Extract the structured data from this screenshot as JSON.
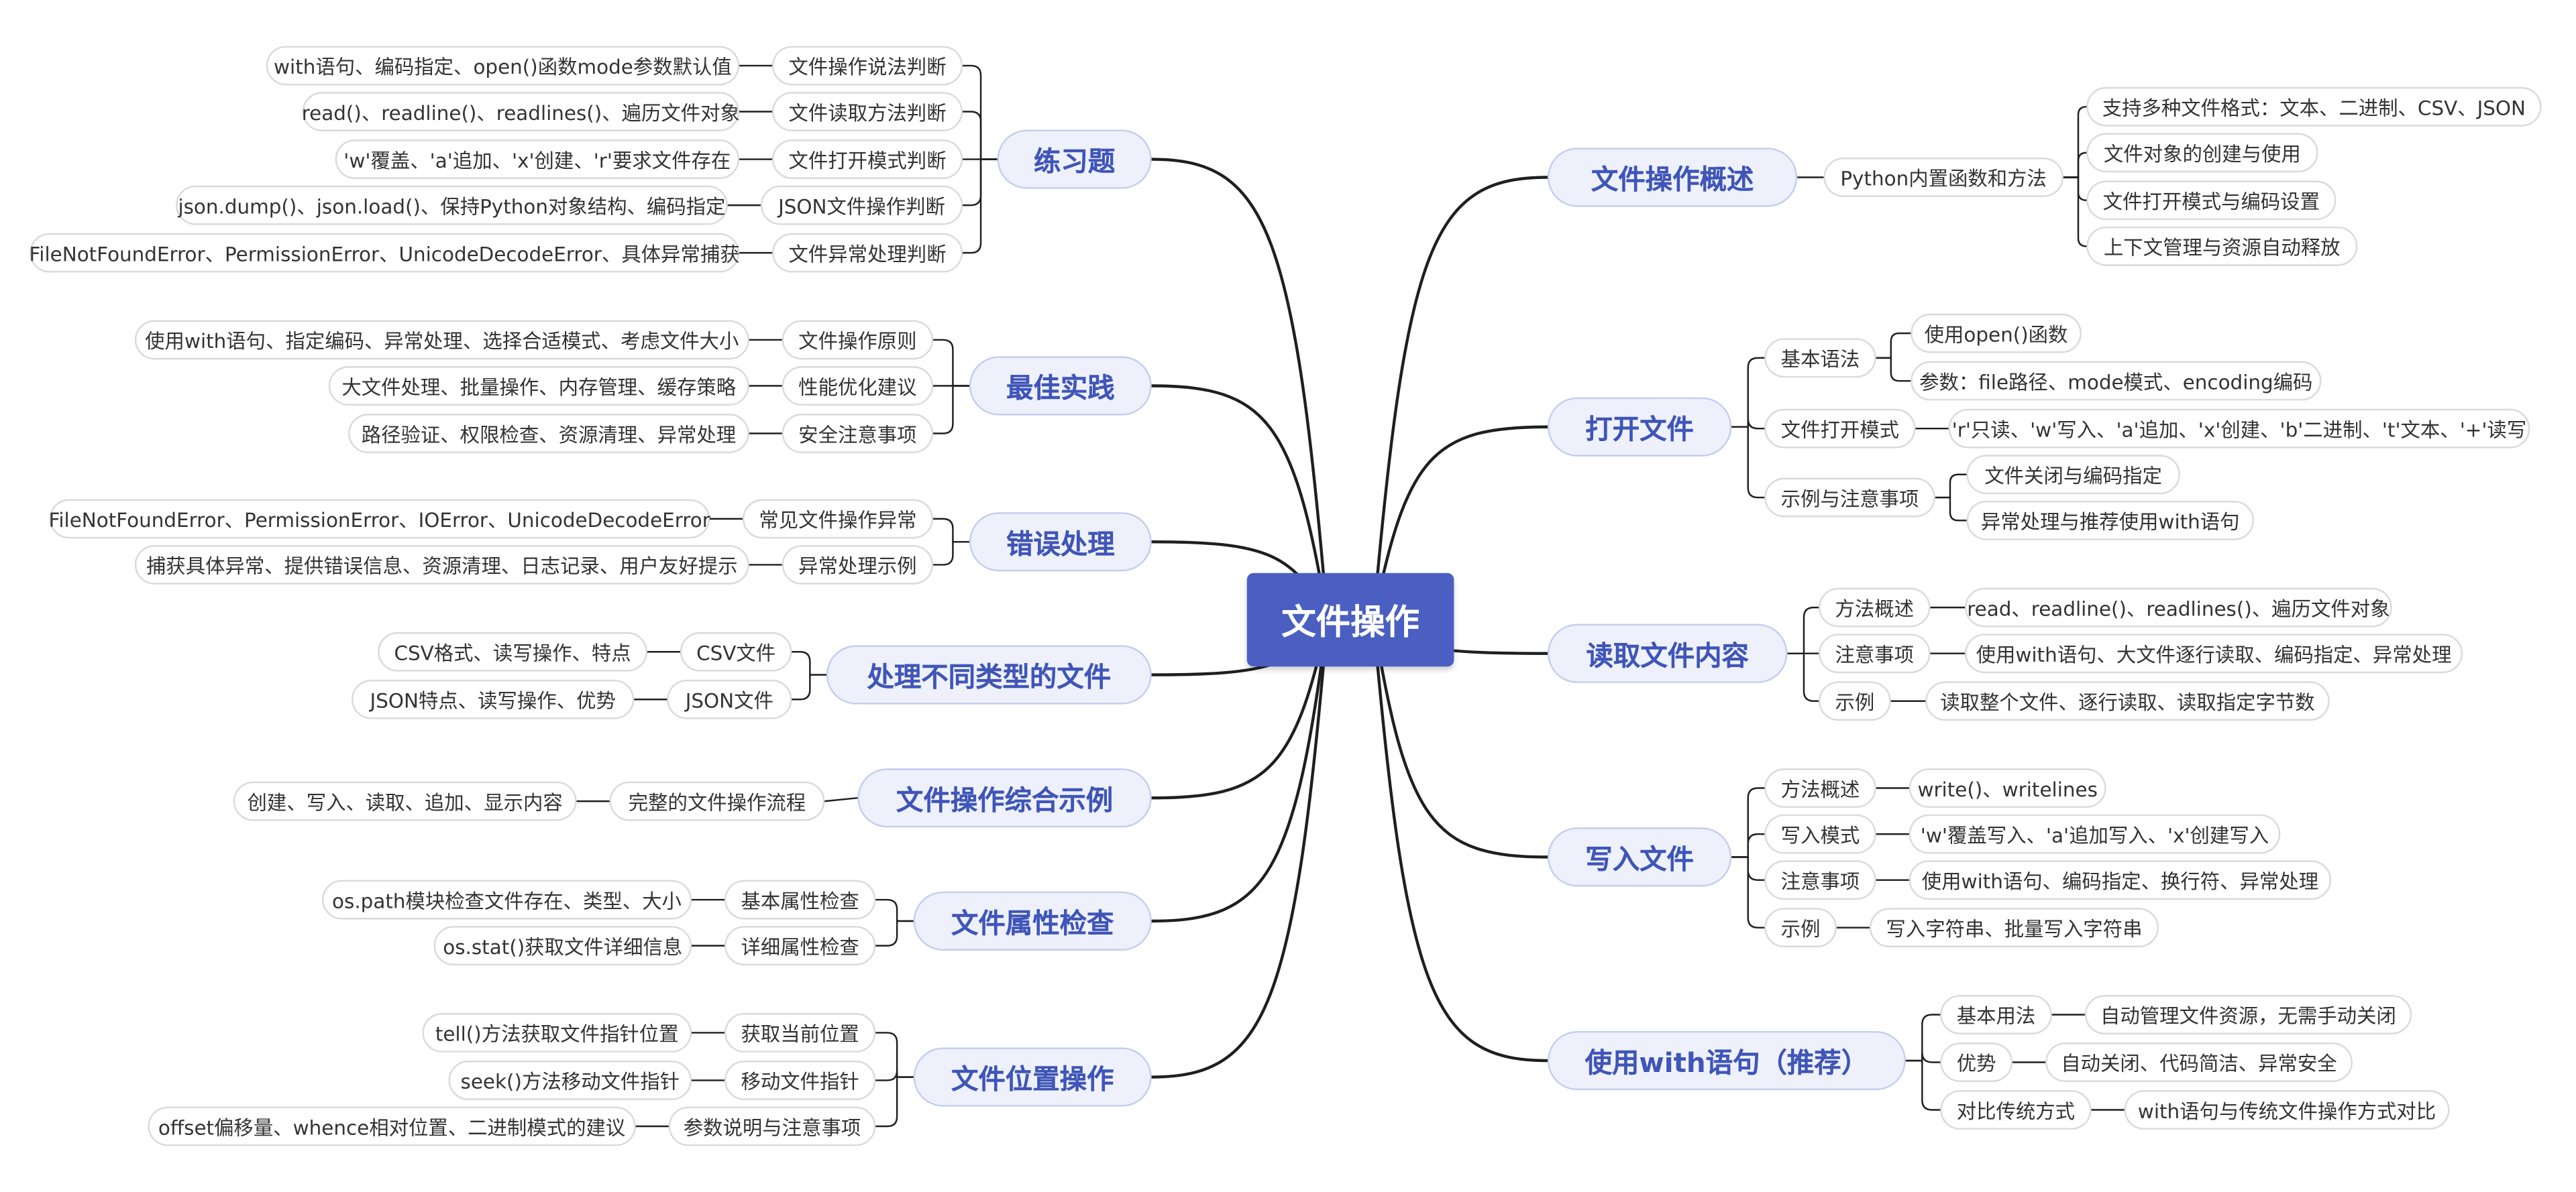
{
  "root": {
    "label": "文件操作"
  },
  "branches": [
    {
      "id": "b1",
      "label": "文件操作概述",
      "children": [
        {
          "id": "b1s1",
          "label": "Python内置函数和方法",
          "children": [
            {
              "id": "b1s1l1",
              "label": "支持多种文件格式：文本、二进制、CSV、JSON"
            },
            {
              "id": "b1s1l2",
              "label": "文件对象的创建与使用"
            },
            {
              "id": "b1s1l3",
              "label": "文件打开模式与编码设置"
            },
            {
              "id": "b1s1l4",
              "label": "上下文管理与资源自动释放"
            }
          ]
        }
      ]
    },
    {
      "id": "b2",
      "label": "打开文件",
      "children": [
        {
          "id": "b2s1",
          "label": "基本语法",
          "children": [
            {
              "id": "b2s1l1",
              "label": "使用open()函数"
            },
            {
              "id": "b2s1l2",
              "label": "参数：file路径、mode模式、encoding编码"
            }
          ]
        },
        {
          "id": "b2s2",
          "label": "文件打开模式",
          "children": [
            {
              "id": "b2s2l1",
              "label": "'r'只读、'w'写入、'a'追加、'x'创建、'b'二进制、't'文本、'+'读写"
            }
          ]
        },
        {
          "id": "b2s3",
          "label": "示例与注意事项",
          "children": [
            {
              "id": "b2s3l1",
              "label": "文件关闭与编码指定"
            },
            {
              "id": "b2s3l2",
              "label": "异常处理与推荐使用with语句"
            }
          ]
        }
      ]
    },
    {
      "id": "b3",
      "label": "读取文件内容",
      "children": [
        {
          "id": "b3s1",
          "label": "方法概述",
          "children": [
            {
              "id": "b3s1l1",
              "label": "read、readline()、readlines()、遍历文件对象"
            }
          ]
        },
        {
          "id": "b3s2",
          "label": "注意事项",
          "children": [
            {
              "id": "b3s2l1",
              "label": "使用with语句、大文件逐行读取、编码指定、异常处理"
            }
          ]
        },
        {
          "id": "b3s3",
          "label": "示例",
          "children": [
            {
              "id": "b3s3l1",
              "label": "读取整个文件、逐行读取、读取指定字节数"
            }
          ]
        }
      ]
    },
    {
      "id": "b4",
      "label": "写入文件",
      "children": [
        {
          "id": "b4s1",
          "label": "方法概述",
          "children": [
            {
              "id": "b4s1l1",
              "label": "write()、writelines"
            }
          ]
        },
        {
          "id": "b4s2",
          "label": "写入模式",
          "children": [
            {
              "id": "b4s2l1",
              "label": "'w'覆盖写入、'a'追加写入、'x'创建写入"
            }
          ]
        },
        {
          "id": "b4s3",
          "label": "注意事项",
          "children": [
            {
              "id": "b4s3l1",
              "label": "使用with语句、编码指定、换行符、异常处理"
            }
          ]
        },
        {
          "id": "b4s4",
          "label": "示例",
          "children": [
            {
              "id": "b4s4l1",
              "label": "写入字符串、批量写入字符串"
            }
          ]
        }
      ]
    },
    {
      "id": "b5",
      "label": "使用with语句（推荐）",
      "children": [
        {
          "id": "b5s1",
          "label": "基本用法",
          "children": [
            {
              "id": "b5s1l1",
              "label": "自动管理文件资源，无需手动关闭"
            }
          ]
        },
        {
          "id": "b5s2",
          "label": "优势",
          "children": [
            {
              "id": "b5s2l1",
              "label": "自动关闭、代码简洁、异常安全"
            }
          ]
        },
        {
          "id": "b5s3",
          "label": "对比传统方式",
          "children": [
            {
              "id": "b5s3l1",
              "label": "with语句与传统文件操作方式对比"
            }
          ]
        }
      ]
    },
    {
      "id": "b6",
      "label": "练习题",
      "children": [
        {
          "id": "b6s1",
          "label": "文件操作说法判断",
          "children": [
            {
              "id": "b6s1l1",
              "label": "with语句、编码指定、open()函数mode参数默认值"
            }
          ]
        },
        {
          "id": "b6s2",
          "label": "文件读取方法判断",
          "children": [
            {
              "id": "b6s2l1",
              "label": "read()、readline()、readlines()、遍历文件对象"
            }
          ]
        },
        {
          "id": "b6s3",
          "label": "文件打开模式判断",
          "children": [
            {
              "id": "b6s3l1",
              "label": "'w'覆盖、'a'追加、'x'创建、'r'要求文件存在"
            }
          ]
        },
        {
          "id": "b6s4",
          "label": "JSON文件操作判断",
          "children": [
            {
              "id": "b6s4l1",
              "label": "json.dump()、json.load()、保持Python对象结构、编码指定"
            }
          ]
        },
        {
          "id": "b6s5",
          "label": "文件异常处理判断",
          "children": [
            {
              "id": "b6s5l1",
              "label": "FileNotFoundError、PermissionError、UnicodeDecodeError、具体异常捕获"
            }
          ]
        }
      ]
    },
    {
      "id": "b7",
      "label": "最佳实践",
      "children": [
        {
          "id": "b7s1",
          "label": "文件操作原则",
          "children": [
            {
              "id": "b7s1l1",
              "label": "使用with语句、指定编码、异常处理、选择合适模式、考虑文件大小"
            }
          ]
        },
        {
          "id": "b7s2",
          "label": "性能优化建议",
          "children": [
            {
              "id": "b7s2l1",
              "label": "大文件处理、批量操作、内存管理、缓存策略"
            }
          ]
        },
        {
          "id": "b7s3",
          "label": "安全注意事项",
          "children": [
            {
              "id": "b7s3l1",
              "label": "路径验证、权限检查、资源清理、异常处理"
            }
          ]
        }
      ]
    },
    {
      "id": "b8",
      "label": "错误处理",
      "children": [
        {
          "id": "b8s1",
          "label": "常见文件操作异常",
          "children": [
            {
              "id": "b8s1l1",
              "label": "FileNotFoundError、PermissionError、IOError、UnicodeDecodeError"
            }
          ]
        },
        {
          "id": "b8s2",
          "label": "异常处理示例",
          "children": [
            {
              "id": "b8s2l1",
              "label": "捕获具体异常、提供错误信息、资源清理、日志记录、用户友好提示"
            }
          ]
        }
      ]
    },
    {
      "id": "b9",
      "label": "处理不同类型的文件",
      "children": [
        {
          "id": "b9s1",
          "label": "CSV文件",
          "children": [
            {
              "id": "b9s1l1",
              "label": "CSV格式、读写操作、特点"
            }
          ]
        },
        {
          "id": "b9s2",
          "label": "JSON文件",
          "children": [
            {
              "id": "b9s2l1",
              "label": "JSON特点、读写操作、优势"
            }
          ]
        }
      ]
    },
    {
      "id": "b10",
      "label": "文件操作综合示例",
      "children": [
        {
          "id": "b10s1",
          "label": "完整的文件操作流程",
          "children": [
            {
              "id": "b10s1l1",
              "label": "创建、写入、读取、追加、显示内容"
            }
          ]
        }
      ]
    },
    {
      "id": "b11",
      "label": "文件属性检查",
      "children": [
        {
          "id": "b11s1",
          "label": "基本属性检查",
          "children": [
            {
              "id": "b11s1l1",
              "label": "os.path模块检查文件存在、类型、大小"
            }
          ]
        },
        {
          "id": "b11s2",
          "label": "详细属性检查",
          "children": [
            {
              "id": "b11s2l1",
              "label": "os.stat()获取文件详细信息"
            }
          ]
        }
      ]
    },
    {
      "id": "b12",
      "label": "文件位置操作",
      "children": [
        {
          "id": "b12s1",
          "label": "获取当前位置",
          "children": [
            {
              "id": "b12s1l1",
              "label": "tell()方法获取文件指针位置"
            }
          ]
        },
        {
          "id": "b12s2",
          "label": "移动文件指针",
          "children": [
            {
              "id": "b12s2l1",
              "label": "seek()方法移动文件指针"
            }
          ]
        },
        {
          "id": "b12s3",
          "label": "参数说明与注意事项",
          "children": [
            {
              "id": "b12s3l1",
              "label": "offset偏移量、whence相对位置、二进制模式的建议"
            }
          ]
        }
      ]
    }
  ]
}
